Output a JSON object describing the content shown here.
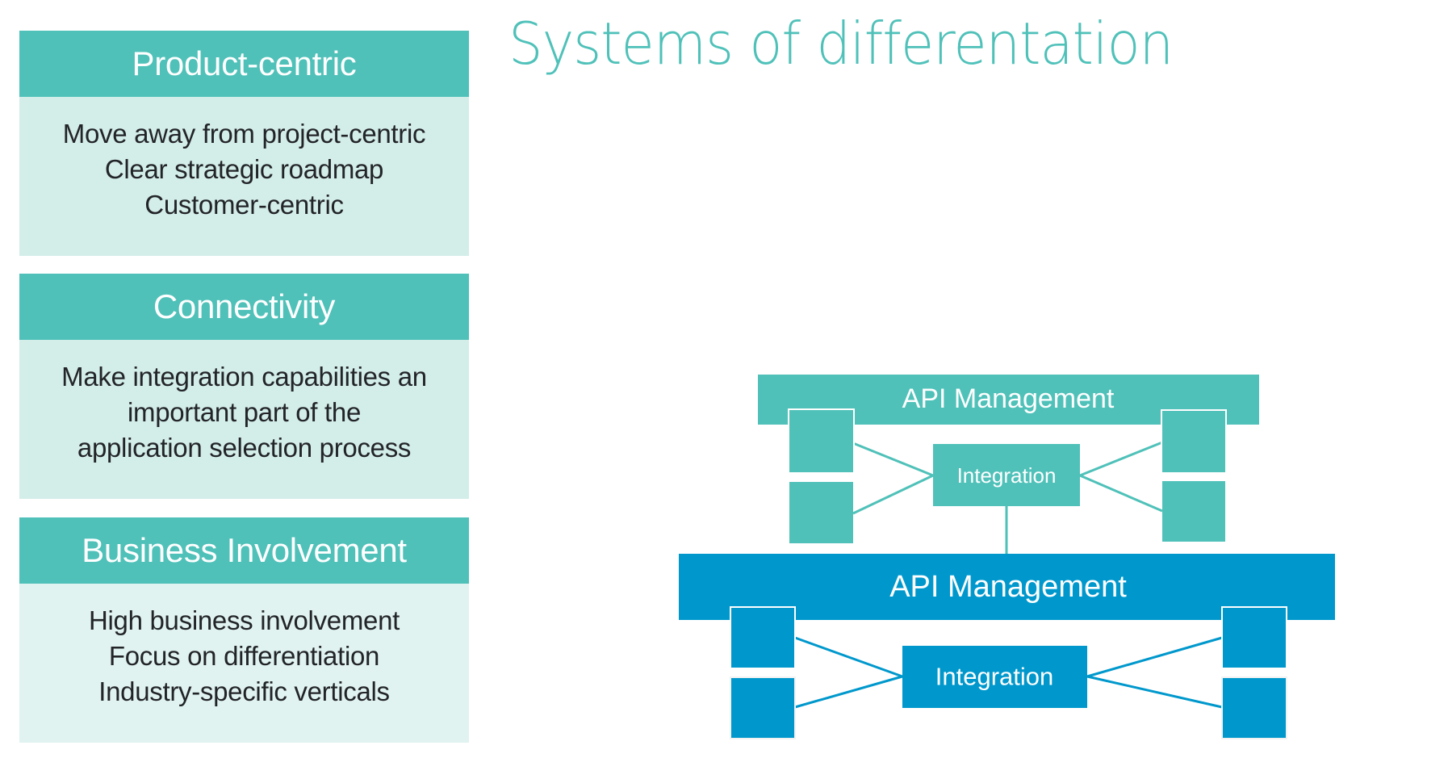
{
  "title": "Systems of differentation",
  "colors": {
    "teal": "#4fc1b9",
    "teal_light": "#d3ede9",
    "teal_lighter": "#e0f3f0",
    "blue": "#0098cc",
    "text_dark": "#222428",
    "white": "#ffffff"
  },
  "cards": [
    {
      "heading": "Product-centric",
      "lines": [
        "Move away from project-centric",
        "Clear strategic roadmap",
        "Customer-centric"
      ]
    },
    {
      "heading": "Connectivity",
      "lines": [
        "Make integration capabilities an",
        "important part of the",
        "application selection process"
      ]
    },
    {
      "heading": "Business Involvement",
      "lines": [
        "High business involvement",
        "Focus on differentiation",
        "Industry-specific verticals"
      ]
    }
  ],
  "diagram": {
    "upper": {
      "api_label": "API Management",
      "integration_label": "Integration",
      "color_key": "teal"
    },
    "lower": {
      "api_label": "API Management",
      "integration_label": "Integration",
      "color_key": "blue"
    }
  }
}
